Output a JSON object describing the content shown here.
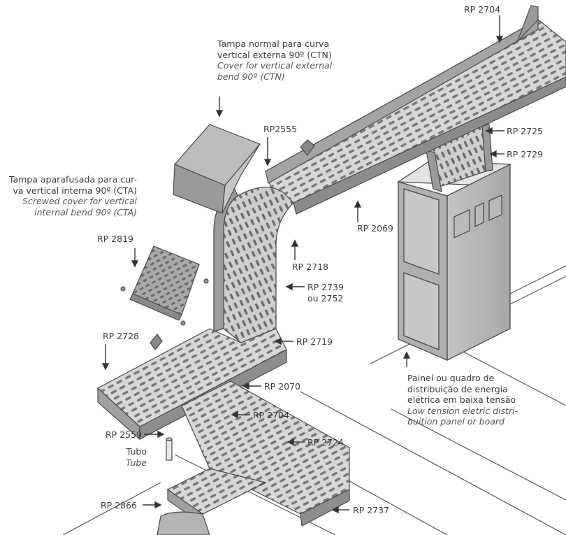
{
  "labels": {
    "rp2704_top": "RP 2704",
    "ctn_pt1": "Tampa normal para curva",
    "ctn_pt2": "vertical externa 90º (CTN)",
    "ctn_en1": "Cover for vertical external",
    "ctn_en2": "bend 90º (CTN)",
    "rp2555": "RP2555",
    "rp2725": "RP 2725",
    "rp2729": "RP 2729",
    "cta_pt1": "Tampa aparafusada para cur-",
    "cta_pt2": "va vertical interna 90º (CTA)",
    "cta_en1": "Screwed cover for vertical",
    "cta_en2": "internal bend 90º (CTA)",
    "rp2069": "RP 2069",
    "rp2819": "RP 2819",
    "rp2718": "RP 2718",
    "rp2739_1": "RP 2739",
    "rp2739_2": "ou 2752",
    "rp2728": "RP 2728",
    "rp2719": "RP 2719",
    "panel_pt1": "Painel ou quadro de",
    "panel_pt2": "distribuição de energia",
    "panel_pt3": "elétrica em baixa tensão",
    "panel_en1": "Low tension eletric distri-",
    "panel_en2": "buition panel or board",
    "rp2070": "RP 2070",
    "rp2704_mid": "RP 2704",
    "rp2559": "RP 2559",
    "rp2724": "RP 2724",
    "tubo": "Tubo",
    "tube": "Tube",
    "rp2866": "RP 2866",
    "rp2737": "RP 2737"
  },
  "colors": {
    "tray_light": "#dcdcdc",
    "tray_mid": "#b9b9b9",
    "tray_dark": "#8e8e8e",
    "outline": "#4a4a4a",
    "text": "#3a3a3a"
  }
}
